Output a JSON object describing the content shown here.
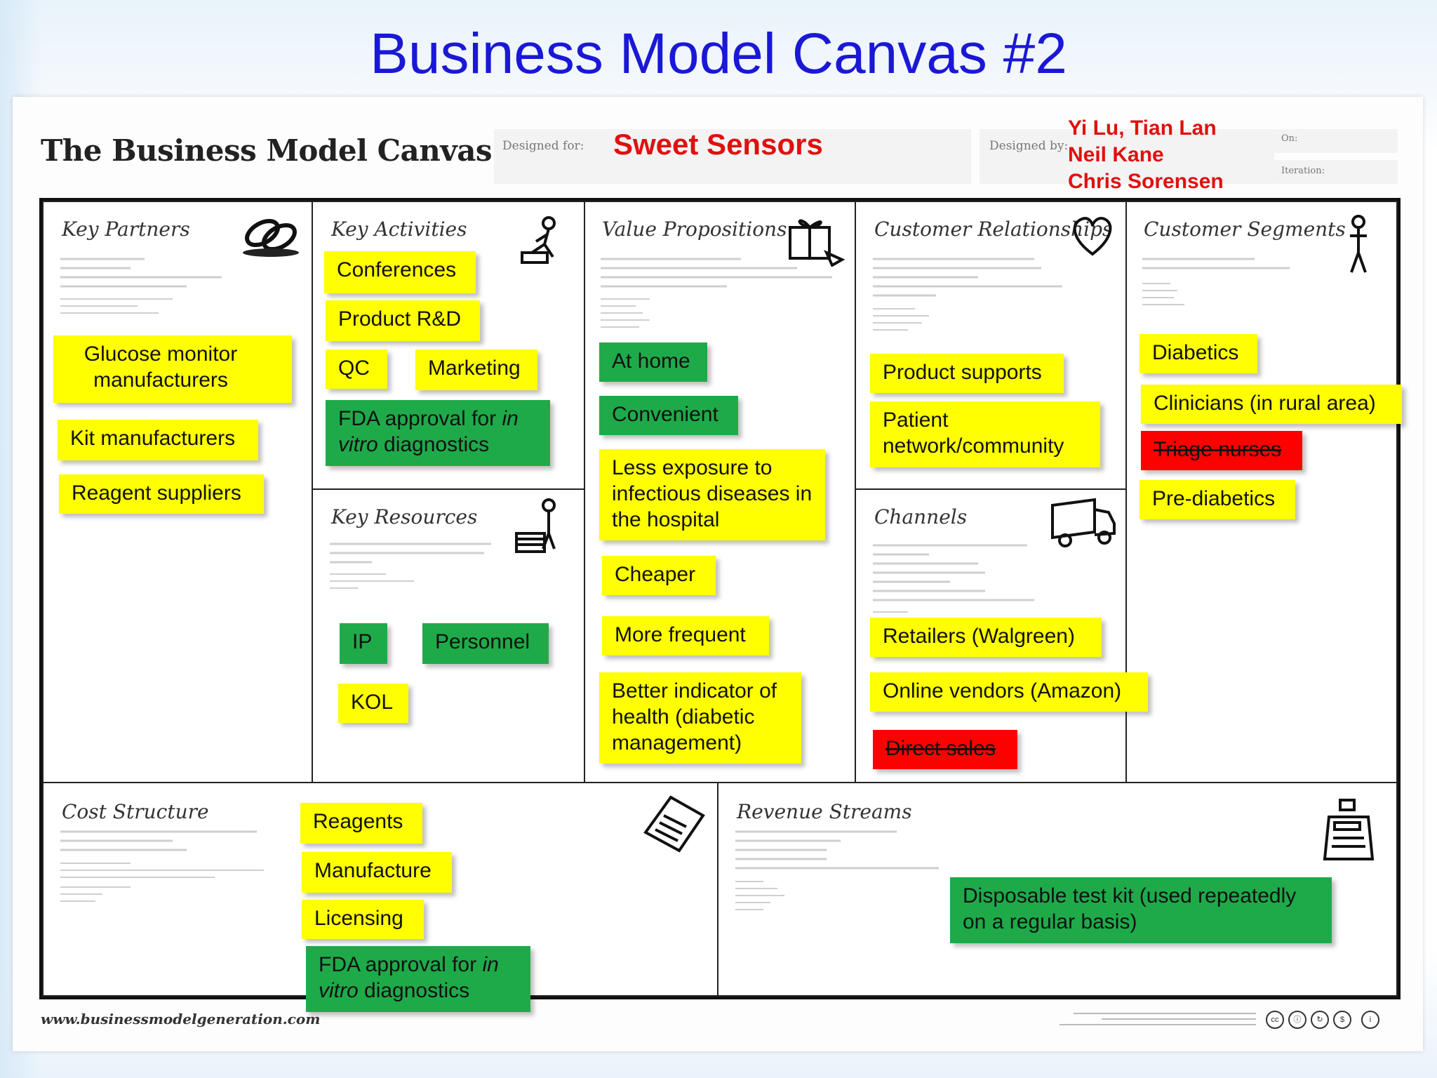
{
  "slide_title": "Business Model Canvas #2",
  "canvas": {
    "brand_title": "The Business Model Canvas",
    "designed_for_label": "Designed for:",
    "designed_for": "Sweet Sensors",
    "designed_by_label": "Designed by:",
    "designers": [
      "Yi Lu, Tian Lan",
      "Neil Kane",
      "Chris Sorensen"
    ],
    "on_label": "On:",
    "iteration_label": "Iteration:",
    "footer_url": "www.businessmodelgeneration.com"
  },
  "sections": {
    "key_partners": {
      "title": "Key Partners",
      "notes": [
        "Glucose monitor manufacturers",
        "Kit manufacturers",
        "Reagent suppliers"
      ]
    },
    "key_activities": {
      "title": "Key Activities",
      "notes": [
        "Conferences",
        "Product R&D",
        "QC",
        "Marketing",
        "FDA approval for in vitro diagnostics"
      ]
    },
    "key_resources": {
      "title": "Key Resources",
      "notes": [
        "IP",
        "Personnel",
        "KOL"
      ]
    },
    "value_propositions": {
      "title": "Value Propositions",
      "notes": [
        "At home",
        "Convenient",
        "Less exposure to infectious diseases in the hospital",
        "Cheaper",
        "More frequent",
        "Better indicator of health (diabetic management)"
      ]
    },
    "customer_relationships": {
      "title": "Customer Relationships",
      "notes": [
        "Product supports",
        "Patient network/community"
      ]
    },
    "channels": {
      "title": "Channels",
      "notes": [
        "Retailers (Walgreen)",
        "Online vendors (Amazon)",
        "Direct sales"
      ]
    },
    "customer_segments": {
      "title": "Customer Segments",
      "notes": [
        "Diabetics",
        "Clinicians (in rural area)",
        "Triage nurses",
        "Pre-diabetics"
      ]
    },
    "cost_structure": {
      "title": "Cost Structure",
      "notes": [
        "Reagents",
        "Manufacture",
        "Licensing",
        "FDA approval for in vitro diagnostics"
      ]
    },
    "revenue_streams": {
      "title": "Revenue Streams",
      "notes": [
        "Disposable test kit (used repeatedly on a regular basis)"
      ]
    }
  },
  "colors": {
    "title_blue": "#1a18d6",
    "accent_red": "#e01010",
    "sticky_yellow": "#ffff00",
    "sticky_green": "#1faa4a",
    "sticky_red": "#ff0000"
  }
}
